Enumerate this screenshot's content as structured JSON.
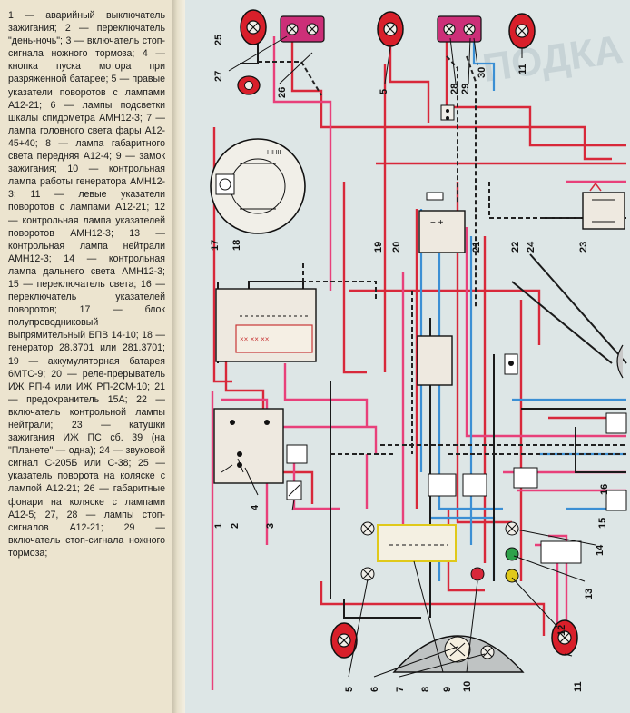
{
  "legend": {
    "text": "1 — аварийный выключатель зажигания; 2 — переключатель \"день-ночь\"; 3 — включатель стоп-сигнала ножного тормоза; 4 — кнопка пуска мотора при разряженной батарее; 5 — правые указатели поворотов с лампами А12-21; 6 — лампы подсветки шкалы спидометра АМН12-3; 7 — лампа головного света фары А12-45+40; 8 — лампа габаритного света передняя А12-4; 9 — замок зажигания; 10 — контрольная лампа работы генератора АМН12-3; 11 — левые указатели поворотов с лампами А12-21; 12 — контрольная лампа указателей поворотов АМН12-3; 13 — контрольная лампа нейтрали АМН12-3; 14 — контрольная лампа дальнего света АМН12-3; 15 — переключатель света; 16 — переключатель указателей поворотов; 17 — блок полупроводниковый выпрямительный БПВ 14-10; 18 — генератор 28.3701 или 281.3701; 19 — аккумуляторная батарея 6МТС-9; 20 — реле-прерыватель ИЖ РП-4 или ИЖ РП-2СМ-10; 21 — предохранитель 15А; 22 — включатель контрольной лампы нейтрали; 23 — катушки зажигания ИЖ ПС сб. 39 (на \"Планете\" — одна); 24 — звуковой сигнал С-205Б или С-38; 25 — указатель поворота на коляске с лампой А12-21; 26 — габаритные фонари на коляске с лампами А12-5; 27, 28 — лампы стоп-сигналов А12-21; 29 — включатель стоп-сигнала ножного тормоза;"
  },
  "diagram": {
    "callouts": [
      "25",
      "27",
      "26",
      "5",
      "28",
      "29",
      "30",
      "11",
      "17",
      "18",
      "19",
      "20",
      "21",
      "22",
      "24",
      "23",
      "1",
      "2",
      "3",
      "4",
      "5",
      "6",
      "7",
      "8",
      "9",
      "10",
      "11",
      "12",
      "13",
      "14",
      "15",
      "16"
    ],
    "background_text": "ПОДКА",
    "colors": {
      "red": "#d8283a",
      "pink": "#e8407a",
      "blue": "#3b8fd4",
      "black": "#1a1a1a",
      "dashed": "#222222",
      "lamp_red": "#d81f2a",
      "socket_magenta": "#cc2f78",
      "page_bg": "#d9e2e2",
      "legend_bg": "#ece4cf"
    }
  }
}
